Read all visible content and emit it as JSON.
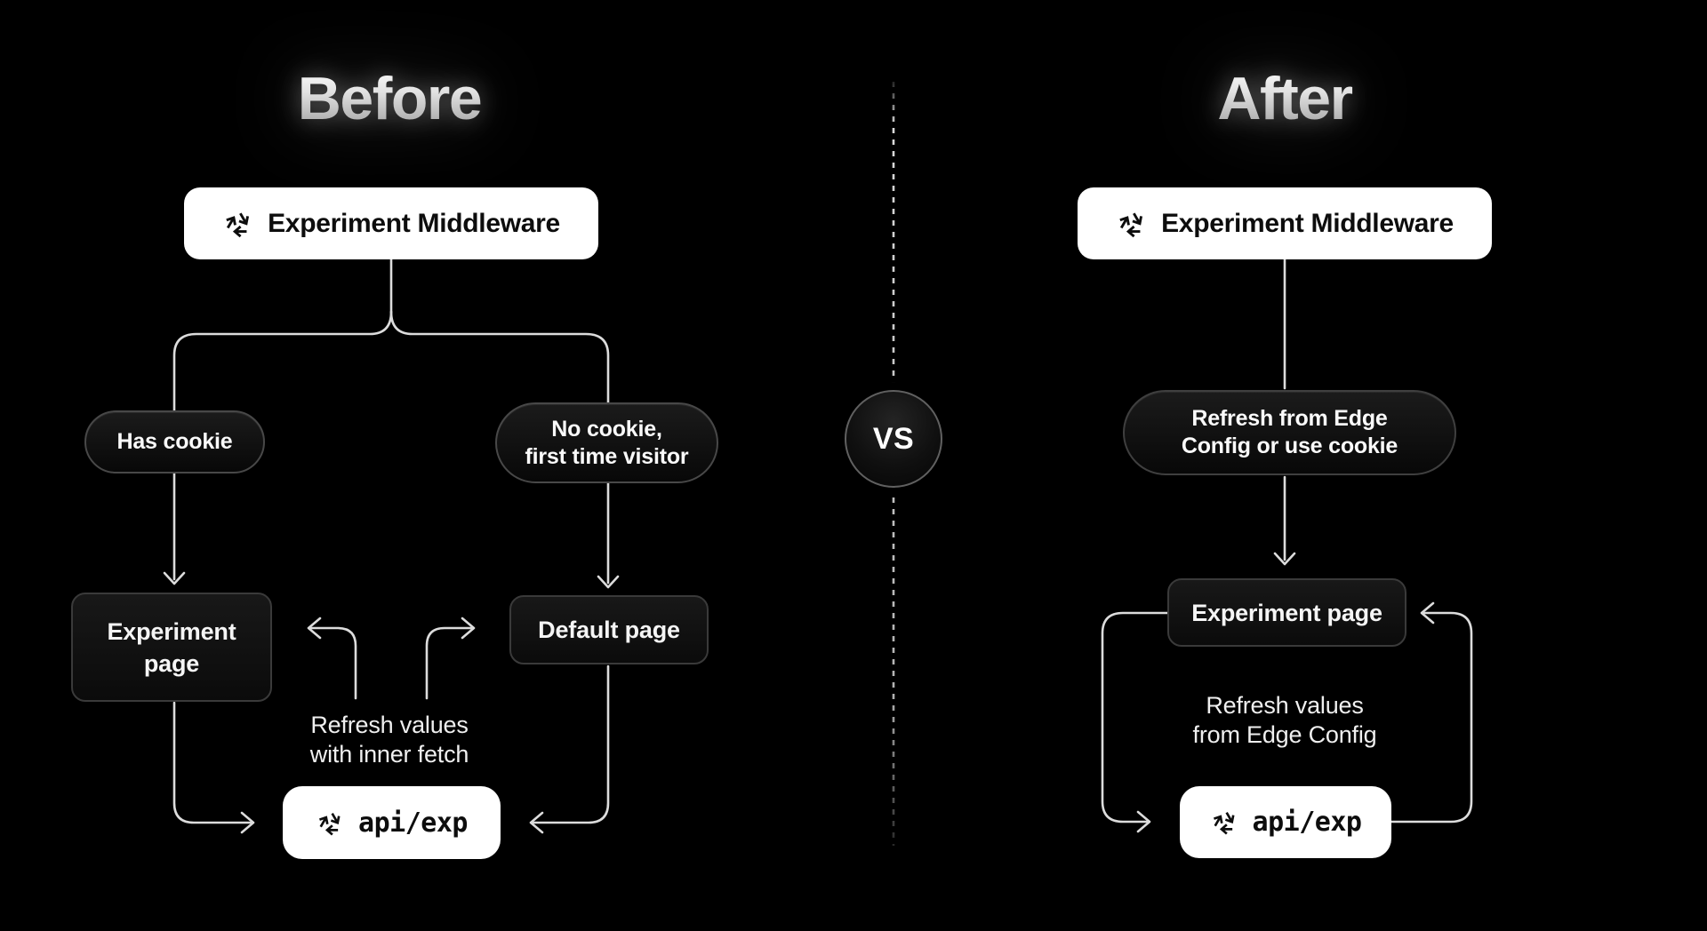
{
  "titles": {
    "before": "Before",
    "after": "After"
  },
  "divider": {
    "vs_label": "VS"
  },
  "before": {
    "middleware_label": "Experiment Middleware",
    "has_cookie_pill": "Has cookie",
    "no_cookie_pill": {
      "line1": "No cookie,",
      "line2": "first time visitor"
    },
    "experiment_page": {
      "line1": "Experiment",
      "line2": "page"
    },
    "default_page_label": "Default page",
    "refresh_note": {
      "line1": "Refresh values",
      "line2": "with inner fetch"
    },
    "api_label": "api/exp"
  },
  "after": {
    "middleware_label": "Experiment Middleware",
    "refresh_pill": {
      "line1": "Refresh from Edge",
      "line2": "Config or use cookie"
    },
    "experiment_page_label": "Experiment page",
    "refresh_note": {
      "line1": "Refresh values",
      "line2": "from Edge Config"
    },
    "api_label": "api/exp"
  },
  "icons": {
    "logo": "flags-triangle-icon"
  },
  "colors": {
    "background": "#000000",
    "white_box_bg": "#ffffff",
    "white_box_text": "#0d0d0d",
    "dark_box_bg": "#111111",
    "dark_box_border": "#3a3a3a",
    "pill_border": "#484848",
    "connector_line": "#dcdcdc",
    "vs_border": "#606060",
    "title_text": "#d6d6d6"
  }
}
